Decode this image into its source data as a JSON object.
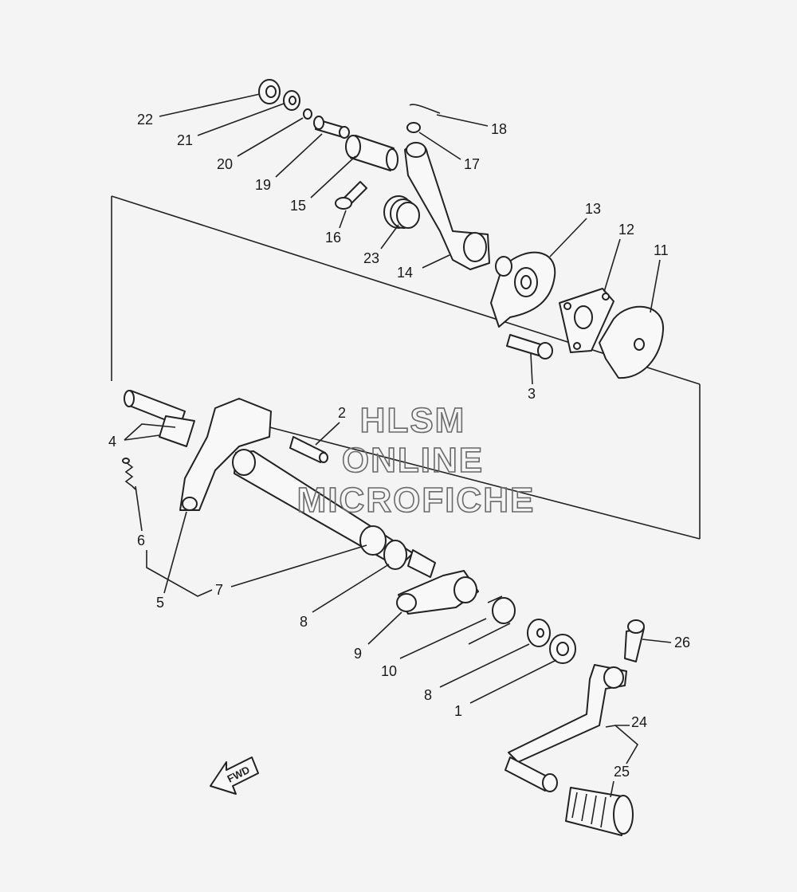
{
  "labels": {
    "p1": "1",
    "p2": "2",
    "p3": "3",
    "p4": "4",
    "p5": "5",
    "p6": "6",
    "p7": "7",
    "p8a": "8",
    "p8b": "8",
    "p9": "9",
    "p10": "10",
    "p11": "11",
    "p12": "12",
    "p13": "13",
    "p14": "14",
    "p15": "15",
    "p16": "16",
    "p17": "17",
    "p18": "18",
    "p19": "19",
    "p20": "20",
    "p21": "21",
    "p22": "22",
    "p23": "23",
    "p24": "24",
    "p25": "25",
    "p26": "26"
  },
  "watermark": {
    "line1": "HLSM",
    "line2": "ONLINE",
    "line3": "MICROFICHE"
  },
  "fwd": "FWD"
}
